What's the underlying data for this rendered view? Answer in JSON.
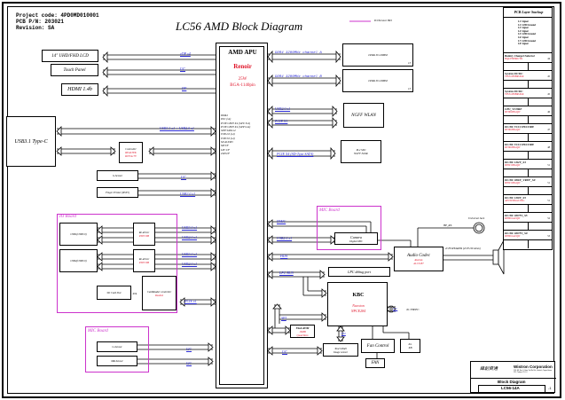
{
  "header": {
    "project_code": "Project code: 4PD0MD010001",
    "pcb_pn": "PCB P/N: 203021",
    "revision": "Revision: SA",
    "title": "LC56 AMD Block Diagram",
    "legend_label": "IO/Sensor BD"
  },
  "apu": {
    "name": "AMD APU",
    "codename": "Renoir",
    "power": "25W",
    "package": "BGA-1140pin",
    "interfaces": [
      "DDR4",
      "DSC (x4)",
      "PCIE GEN3 X4 (GPU 3x4)",
      "PCIE GEN3 X4 (GPP Gx4)",
      "GPP SATA x4",
      "USB 2.0 (x4)",
      "USB 3.0 (x4)",
      "SD AUDIO",
      "SPI I/F",
      "LPC I/F",
      "eSPI I/F"
    ]
  },
  "memory": [
    {
      "bus": "DDR4 3200MHz channel A",
      "label": "DDR4 SO-DIMM",
      "ref": "13"
    },
    {
      "bus": "DDR4 3200MHz channel B",
      "label": "DDR4 SO-DIMM",
      "ref": "13"
    }
  ],
  "left_devices": [
    {
      "label": "14\" UHD/FHD LCD",
      "bus": "eDP x4"
    },
    {
      "label": "Touch Panel",
      "bus": "I2C"
    },
    {
      "label": "HDMI 1.4b",
      "bus": "DP"
    }
  ],
  "usbc": {
    "label": "USB3.1 Type-C",
    "bus": "USB3.1 x1 + USB2.0 x1",
    "controller_title": "Controller",
    "controller_vendor": "REALTEK",
    "controller_part": "RTS5417Y"
  },
  "sensors": [
    {
      "label": "G-Sensor",
      "bus": "I2C"
    },
    {
      "label": "Finger Printer (RST5)",
      "bus": "USB2.0 x1"
    }
  ],
  "io_board": {
    "title": "IO Board",
    "ports": [
      {
        "label": "USB1(USB3.0)",
        "redriver": "Re-driver",
        "part": "PS8719B",
        "bus1": "USB3.0 x1",
        "bus2": "USB2.0 x1"
      },
      {
        "label": "USB2(USB3.0)",
        "redriver": "Re-driver",
        "part": "PS8719B",
        "bus1": "USB3.0 x1",
        "bus2": "USB2.0 x1"
      }
    ],
    "sd_slot": "SD Card Slot",
    "card_reader": "CardReader controller",
    "card_reader_vendor": "Realtek",
    "card_bus": "PCIE x1"
  },
  "mic_board_left": {
    "title": "MIC Board",
    "items": [
      {
        "label": "G-Sensor",
        "bus": "I2C"
      },
      {
        "label": "MR-Sensor",
        "bus": "I2C"
      }
    ]
  },
  "right_peripherals": {
    "wlan_bus1": "USB2.0 x1",
    "wlan_bus2": "PCIE X1",
    "wlan": "NGFF WLAN",
    "ssd_bus": "PCIE X4 (SD-Type SATA)",
    "ssd_line1": "M.2 SSD",
    "ssd_line2": "NGFF-NvMe"
  },
  "mic_board_right": {
    "title": "MIC Board",
    "camera": "Camera",
    "camera_sub": "Digital MIC",
    "bus_dmic": "DMIC",
    "bus_usb": "USB2.0 x1"
  },
  "audio": {
    "bus": "HDA",
    "codec": "Audio Codec",
    "vendor": "Realtek",
    "part": "ALC3287",
    "jack": "Universal Jack",
    "jack_bus": "HP_R/L",
    "speaker": "2CH SPEAKER (2CH 2W/4ohm)"
  },
  "ec": {
    "lpc_bus": "LPC BUS",
    "lpc_debug": "LPC debug port",
    "name": "KBC",
    "vendor": "Nuvoton",
    "part": "NPCE284",
    "spi": "SPI",
    "flash": "Flash ROM",
    "flash_size": "16MB",
    "flash_mode": "Quad Rom",
    "i2c_typec": "I2C",
    "to_typec": "To TYPEC",
    "touchpad_bus": "I2C",
    "touchpad": "Touch PAD",
    "touchpad_sub": "Image sensor",
    "ps2": "PS2",
    "fan_control": "Fan Control",
    "fan": "FAN",
    "int_kb": "Int.",
    "int_kb2": "KB"
  },
  "pcb_stackup": {
    "title": "PCB Layer Stackup",
    "layers": [
      "L1: Signal",
      "L2: GND/Ground",
      "L3: Signal",
      "L4: Signal",
      "L5: GND/Ground",
      "L6: Signal",
      "L7: GND/Ground",
      "L8: Signal"
    ],
    "sections": [
      {
        "name": "Battery Charger/Selector",
        "part": "BQ24780SRUYR",
        "page": "44"
      },
      {
        "name": "System DC/DC",
        "part": "TPS51285BRUKR",
        "page": "45"
      },
      {
        "name": "System DC/DC",
        "part": "TPS51285BRUKR",
        "page": "45"
      },
      {
        "name": "CPU_VCORE",
        "part": "RT3662BGQW",
        "page": "46"
      },
      {
        "name": "DC/DC VCCCPUCORE",
        "part": "RT3663BGQW",
        "page": "47"
      },
      {
        "name": "DC/DC VCCCPUCORE",
        "part": "RT3663BGQW",
        "page": "48"
      },
      {
        "name": "DC/DC 1D2V_S3",
        "part": "RT8231BGQW",
        "page": "51"
      },
      {
        "name": "DC/DC 0D6V_VREF_S0",
        "part": "RT8231BGQW",
        "page": "51"
      },
      {
        "name": "DC/DC 1D0V_S5",
        "part": "APL5930KAI-TRG",
        "page": "51"
      },
      {
        "name": "DC/DC 0D75V_S5",
        "part": "RT8061AZQW",
        "page": "52"
      },
      {
        "name": "DC/DC 0D75V_S0",
        "part": "RT8061AZQW",
        "page": "53"
      }
    ]
  },
  "title_block": {
    "chinese": "緯創資通",
    "company": "Wistron Corporation",
    "address": "21F, 88, Sec.1, Hsin Tai Wu Rd., Hsichih, Taipei Hsien 221, Taiwan, R.O.C.",
    "sheet_title": "Block Diagram",
    "doc_number": "LC56-14A",
    "rev": "-1"
  }
}
